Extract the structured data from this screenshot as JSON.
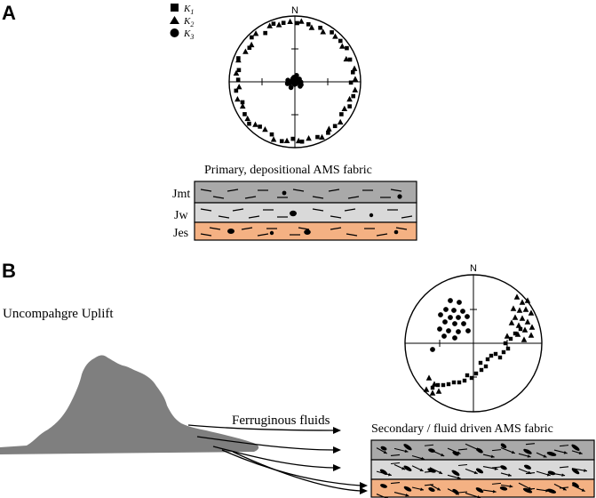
{
  "colors": {
    "jmt": "#a9a9a9",
    "jw": "#d9d9d9",
    "jes": "#f4b183",
    "uplift": "#7f7f7f",
    "ink": "#000000"
  },
  "panel_a": {
    "letter": "A",
    "stereonet": {
      "north": "N"
    },
    "legend": [
      {
        "symbol": "square",
        "label": "K",
        "sub": "1"
      },
      {
        "symbol": "triangle",
        "label": "K",
        "sub": "2"
      },
      {
        "symbol": "circle",
        "label": "K",
        "sub": "3"
      }
    ],
    "fabric_title": "Primary, depositional AMS fabric",
    "layers": [
      {
        "label": "Jmt",
        "color": "#a9a9a9"
      },
      {
        "label": "Jw",
        "color": "#d9d9d9"
      },
      {
        "label": "Jes",
        "color": "#f4b183"
      }
    ]
  },
  "panel_b": {
    "letter": "B",
    "stereonet": {
      "north": "N"
    },
    "uplift_label": "Uncompahgre Uplift",
    "fluids_label": "Ferruginous fluids",
    "fabric_title": "Secondary / fluid driven AMS fabric",
    "layers": [
      {
        "color": "#a9a9a9"
      },
      {
        "color": "#d9d9d9"
      },
      {
        "color": "#f4b183"
      }
    ]
  }
}
